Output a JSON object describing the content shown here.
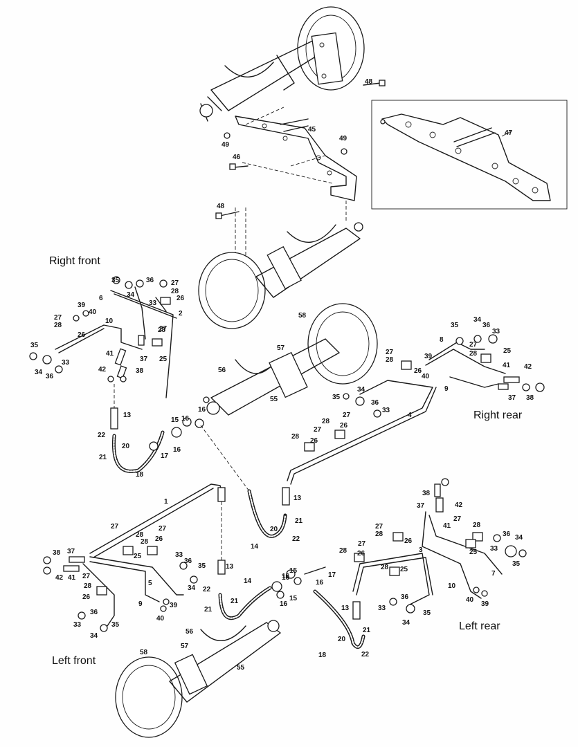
{
  "section_labels": {
    "right_front": "Right front",
    "right_rear": "Right rear",
    "left_front": "Left front",
    "left_rear": "Left rear"
  },
  "callouts": {
    "c48a": "48",
    "c49a": "49",
    "c45": "45",
    "c49b": "49",
    "c46": "46",
    "c48b": "48",
    "c47": "47",
    "rf35": "35",
    "rf36": "36",
    "rf34": "34",
    "rf27": "27",
    "rf28": "28",
    "rf33": "33",
    "rf26": "26",
    "rf6": "6",
    "rf39": "39",
    "rf40": "40",
    "rf2": "2",
    "rf27b": "27",
    "rf28b": "28",
    "rf10": "10",
    "rf26b": "26",
    "rf25": "25",
    "rf28c": "28",
    "rf27c": "27",
    "rf37": "37",
    "rf41": "41",
    "rf35b": "35",
    "rf33b": "33",
    "rf34b": "34",
    "rf36b": "36",
    "rf42": "42",
    "rf38": "38",
    "m58": "58",
    "m57": "57",
    "m56": "56",
    "m55": "55",
    "m13": "13",
    "m15": "15",
    "m16": "16",
    "m16b": "16",
    "m22": "22",
    "m21": "21",
    "m20": "20",
    "m17": "17",
    "m16c": "16",
    "m18": "18",
    "rr35": "35",
    "rr34": "34",
    "rr36": "36",
    "rr33": "33",
    "rr8": "8",
    "rr27": "27",
    "rr28": "28",
    "rr25": "25",
    "rr27b": "27",
    "rr28b": "28",
    "rr39": "39",
    "rr26": "26",
    "rr40": "40",
    "rr41": "41",
    "rr42": "42",
    "rr9": "9",
    "rr37": "37",
    "rr38": "38",
    "rr34b": "34",
    "rr35b": "35",
    "rr36b": "36",
    "rr33b": "33",
    "rr4": "4",
    "rr27c": "27",
    "rr28c": "28",
    "rr26b": "26",
    "rr27d": "27",
    "rr28d": "28",
    "rr26c": "26",
    "c1": "1",
    "c13b": "13",
    "c20": "20",
    "c21": "21",
    "c22": "22",
    "c14": "14",
    "lf27": "27",
    "lf28": "28",
    "lf27b": "27",
    "lf28b": "28",
    "lf26": "26",
    "lf25": "25",
    "lf38": "38",
    "lf37": "37",
    "lf42": "42",
    "lf41": "41",
    "lf27c": "27",
    "lf28c": "28",
    "lf26b": "26",
    "lf33": "33",
    "lf36": "36",
    "lf35": "35",
    "lf34": "34",
    "lf5": "5",
    "lf9": "9",
    "lf40": "40",
    "lf39": "39",
    "lf36b": "36",
    "lf33b": "33",
    "lf34b": "34",
    "lf35b": "35",
    "lf13": "13",
    "lf22": "22",
    "lf21": "21",
    "lf21b": "21",
    "lf14": "14",
    "lf16": "16",
    "lf15": "15",
    "lf16b": "16",
    "lf56": "56",
    "lf57": "57",
    "lf55": "55",
    "lf58": "58",
    "lr38": "38",
    "lr42": "42",
    "lr37": "37",
    "lr41": "41",
    "lr27": "27",
    "lr28": "28",
    "lr27b": "27",
    "lr28b": "28",
    "lr26": "26",
    "lr3": "3",
    "lr25": "25",
    "lr36": "36",
    "lr34": "34",
    "lr33": "33",
    "lr35": "35",
    "lr7": "7",
    "lr10": "10",
    "lr40": "40",
    "lr39": "39",
    "lr27c": "27",
    "lr28c": "28",
    "lr26b": "26",
    "lr28d": "28",
    "lr25b": "25",
    "lr15": "15",
    "lr16": "16",
    "lr17": "17",
    "lr16b": "16",
    "lr13": "13",
    "lr33b": "33",
    "lr36b": "36",
    "lr35b": "35",
    "lr34b": "34",
    "lr20": "20",
    "lr21": "21",
    "lr22": "22",
    "lr18": "18"
  }
}
